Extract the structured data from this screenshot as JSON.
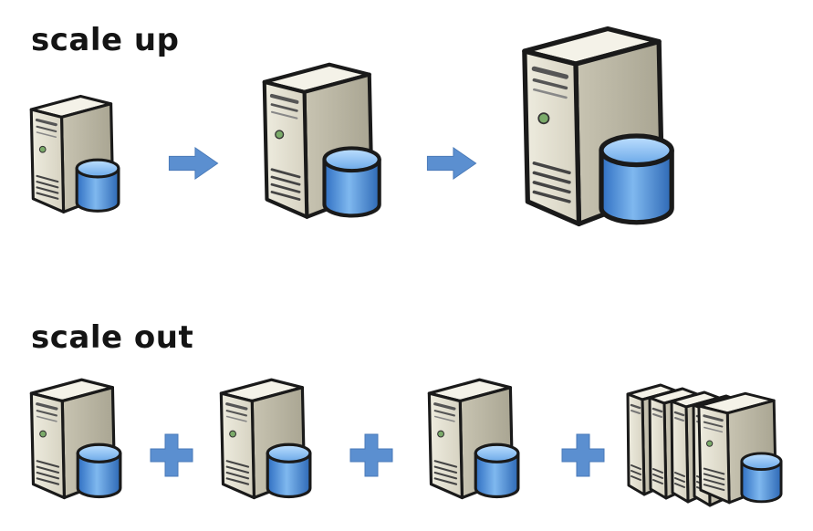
{
  "scale_up": {
    "title": "scale up",
    "nodes": [
      {
        "icon": "server-with-database-icon",
        "size": "small"
      },
      {
        "icon": "server-with-database-icon",
        "size": "medium"
      },
      {
        "icon": "server-with-database-icon",
        "size": "large"
      }
    ],
    "connector_icon": "right-arrow-icon"
  },
  "scale_out": {
    "title": "scale out",
    "nodes": [
      {
        "icon": "server-with-database-icon"
      },
      {
        "icon": "server-with-database-icon"
      },
      {
        "icon": "server-with-database-icon"
      },
      {
        "icon": "server-cluster-icon",
        "count": 4
      }
    ],
    "connector_icon": "plus-icon"
  },
  "colors": {
    "server_body": "#e3e0d2",
    "server_shade": "#b5b19f",
    "outline": "#1a1a1a",
    "database": "#3d86d6",
    "connector": "#5b8fd0",
    "title": "#141414"
  }
}
